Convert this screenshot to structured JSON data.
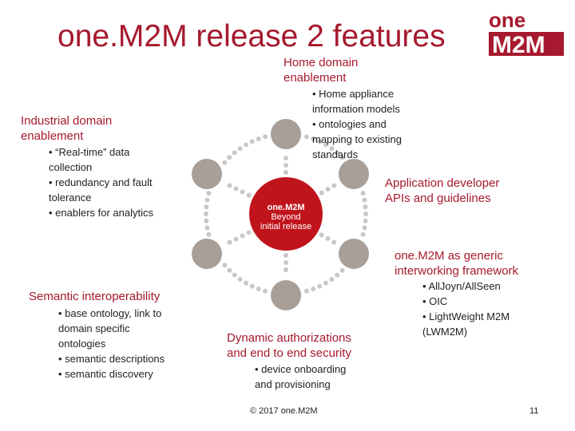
{
  "title": "one.M2M release 2 features",
  "logo_text": "one M2M",
  "center": {
    "line1": "one.M2M",
    "line2": "Beyond",
    "line3": "initial release"
  },
  "home": {
    "heading": [
      "Home domain",
      "enablement"
    ],
    "bullets": [
      "• Home appliance",
      "information models",
      "• ontologies and",
      "mapping to existing",
      "standards"
    ]
  },
  "industrial": {
    "heading": [
      "Industrial domain",
      "enablement"
    ],
    "bullets": [
      "• “Real-time” data",
      "collection",
      "• redundancy and fault",
      "tolerance",
      "• enablers for analytics"
    ]
  },
  "appdev": {
    "heading": [
      "Application developer",
      "APIs and guidelines"
    ]
  },
  "interworking": {
    "heading": [
      "one.M2M as generic",
      "interworking framework"
    ],
    "bullets": [
      "• AllJoyn/AllSeen",
      "• OIC",
      "• LightWeight M2M",
      "(LWM2M)"
    ]
  },
  "semantic": {
    "heading": [
      "Semantic interoperability"
    ],
    "bullets": [
      "• base ontology, link to",
      "domain specific",
      "ontologies",
      "• semantic descriptions",
      "• semantic discovery"
    ]
  },
  "security": {
    "heading": [
      "Dynamic authorizations",
      "and end to end security"
    ],
    "bullets": [
      "• device onboarding",
      "and provisioning"
    ]
  },
  "footer": {
    "copyright": "© 2017 one.M2M",
    "page": "11"
  },
  "colors": {
    "accent": "#a6192e",
    "node": "#a89f98",
    "dots": "#c8c8c8",
    "text": "#222222"
  }
}
